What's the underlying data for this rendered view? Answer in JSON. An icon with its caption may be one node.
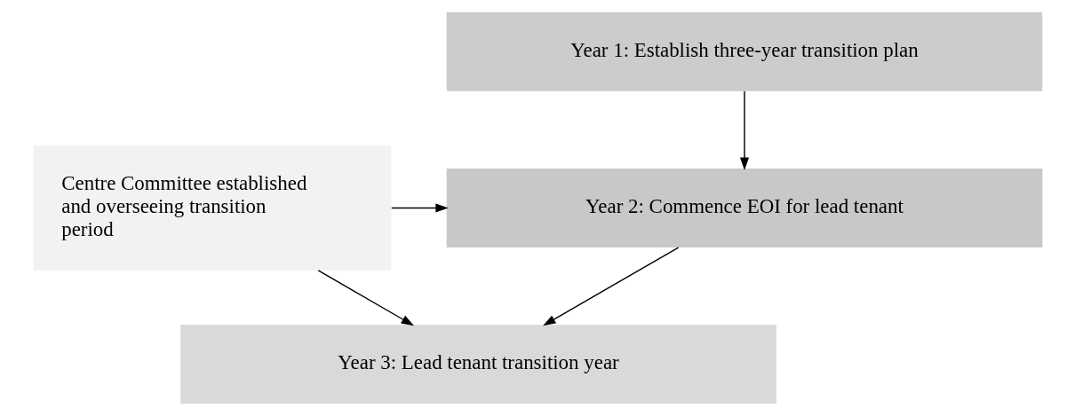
{
  "diagram": {
    "nodes": [
      {
        "text": [
          "Year 1: Establish three-year transition plan"
        ]
      },
      {
        "text": [
          "Year 2: Commence EOI for lead tenant"
        ]
      },
      {
        "text": [
          "Year 3: Lead tenant transition year"
        ]
      },
      {
        "text": [
          "Centre Committee established and overseeing transition period"
        ]
      }
    ],
    "edges": [
      {
        "from": 0,
        "to": 1,
        "arrow": "to"
      },
      {
        "from": 1,
        "to": 2,
        "arrow": "to"
      },
      {
        "from": 3,
        "to": 1,
        "arrow": "to"
      },
      {
        "from": 3,
        "to": 2,
        "arrow": "to"
      }
    ]
  }
}
